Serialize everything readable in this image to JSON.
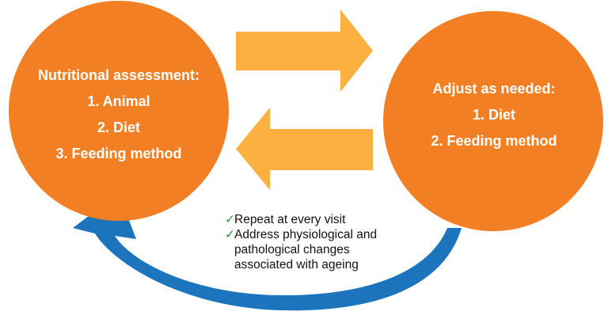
{
  "colors": {
    "circle": "#F27F24",
    "arrow_horizontal": "#FBB040",
    "arrow_curved": "#1C75BC",
    "check": "#2E9C43",
    "text_on_circle": "#FFFFFF",
    "note_text": "#111111"
  },
  "left_circle": {
    "heading": "Nutritional assessment:",
    "items": [
      "1. Animal",
      "2. Diet",
      "3. Feeding method"
    ]
  },
  "right_circle": {
    "heading": "Adjust as needed:",
    "items": [
      "1. Diet",
      "2. Feeding method"
    ]
  },
  "notes": {
    "check_icon": "check-mark-icon",
    "item_1": "Repeat at every visit",
    "item_2_line_1": "Address physiological and",
    "item_2_line_2": "pathological changes",
    "item_2_line_3": "associated with ageing"
  }
}
